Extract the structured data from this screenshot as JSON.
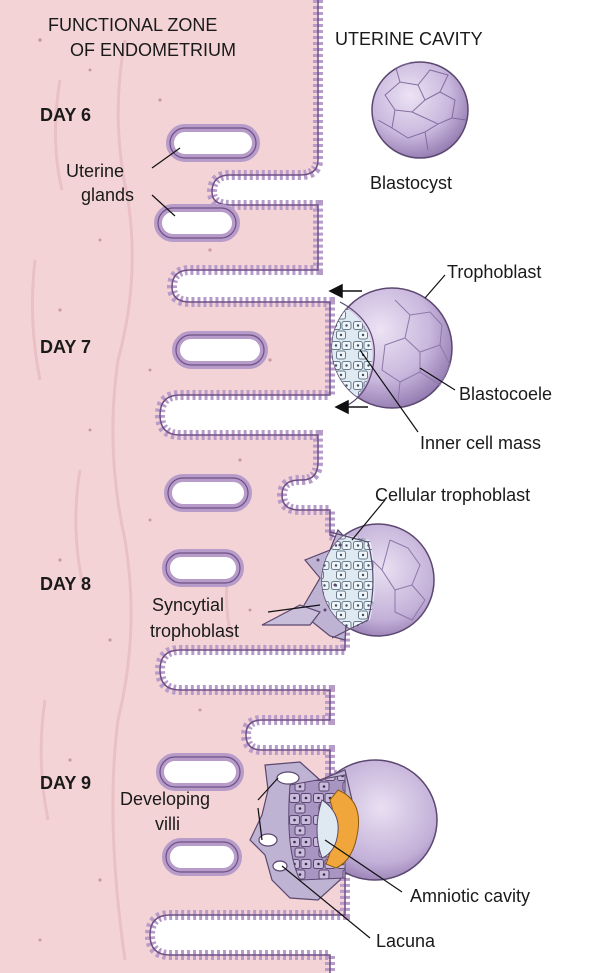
{
  "headers": {
    "zone_line1": "FUNCTIONAL ZONE",
    "zone_line2": "OF ENDOMETRIUM",
    "cavity": "UTERINE CAVITY"
  },
  "days": {
    "day6": "DAY 6",
    "day7": "DAY 7",
    "day8": "DAY 8",
    "day9": "DAY 9"
  },
  "labels": {
    "uterine_glands_1": "Uterine",
    "uterine_glands_2": "glands",
    "blastocyst": "Blastocyst",
    "trophoblast": "Trophoblast",
    "blastocoele": "Blastocoele",
    "inner_cell_mass": "Inner cell mass",
    "cellular_trophoblast": "Cellular trophoblast",
    "syncytial_1": "Syncytial",
    "syncytial_2": "trophoblast",
    "developing_villi_1": "Developing",
    "developing_villi_2": "villi",
    "amniotic_cavity": "Amniotic cavity",
    "lacuna": "Lacuna"
  },
  "colors": {
    "endometrium": "#f3d3d6",
    "epithelium": "#b79bc9",
    "epithelium_dark": "#6f4f86",
    "blastocyst": "#c9b7dd",
    "inner_cells": "#dde9f1",
    "amnion": "#f0a63a"
  }
}
